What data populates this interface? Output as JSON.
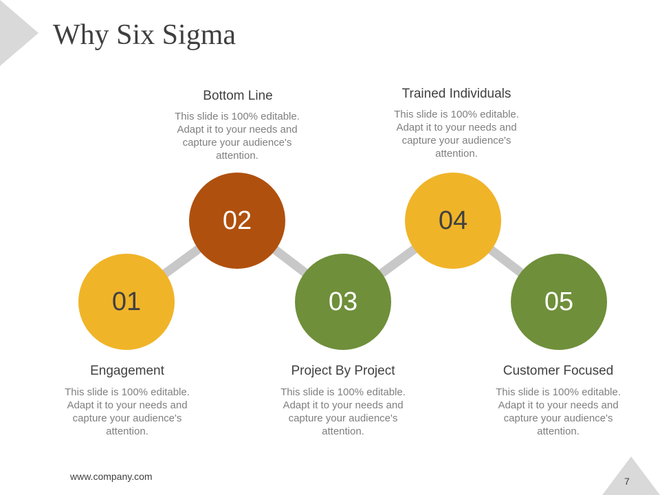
{
  "slide": {
    "title": "Why Six Sigma"
  },
  "steps": [
    {
      "number": "01",
      "heading": "Engagement",
      "description": "This slide is 100% editable. Adapt it to your needs and capture your audience's attention.",
      "color": "#f0b429",
      "number_color": "#404040"
    },
    {
      "number": "02",
      "heading": "Bottom Line",
      "description": "This slide is 100% editable. Adapt it to your needs and capture your audience's attention.",
      "color": "#b0500e",
      "number_color": "#ffffff"
    },
    {
      "number": "03",
      "heading": "Project By Project",
      "description": "This slide is 100% editable. Adapt it to your needs and capture your audience's attention.",
      "color": "#6f8f3a",
      "number_color": "#ffffff"
    },
    {
      "number": "04",
      "heading": "Trained Individuals",
      "description": "This slide is 100% editable. Adapt it to your needs and capture your audience's attention.",
      "color": "#f0b429",
      "number_color": "#404040"
    },
    {
      "number": "05",
      "heading": "Customer Focused",
      "description": "This slide is 100% editable. Adapt it to your needs and capture your audience's attention.",
      "color": "#6f8f3a",
      "number_color": "#ffffff"
    }
  ],
  "footer": {
    "url": "www.company.com",
    "page_number": "7"
  },
  "colors": {
    "connector": "#c8c8c8",
    "corner": "#d9d9d9"
  }
}
